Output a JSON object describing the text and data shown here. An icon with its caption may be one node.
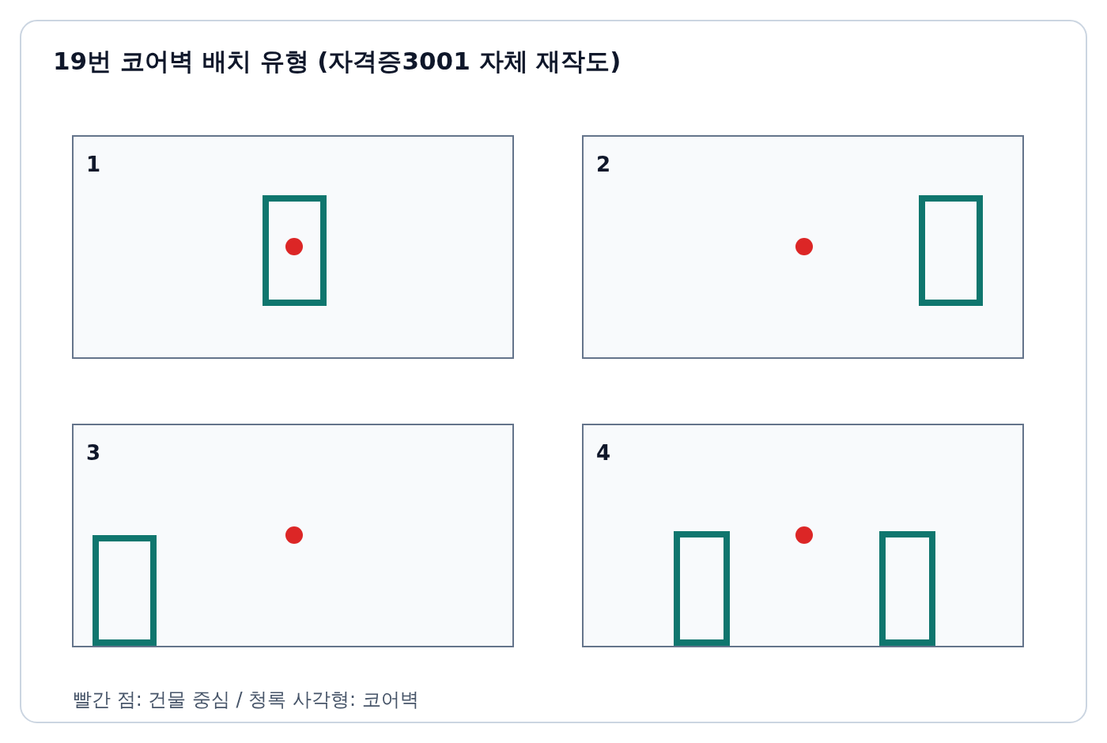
{
  "diagram": {
    "title": "19번 코어벽 배치 유형 (자격증3001 자체 재작도)",
    "nodes": [
      {
        "text": [
          "1"
        ]
      },
      {
        "text": [],
        "shape": "box",
        "in": 0
      },
      {
        "text": [],
        "shape": "circle",
        "in": 1
      },
      {
        "text": [
          "2"
        ]
      },
      {
        "text": [],
        "shape": "circle",
        "in": 3
      },
      {
        "text": [],
        "shape": "box",
        "in": 3
      },
      {
        "text": [
          "3"
        ]
      },
      {
        "text": [],
        "shape": "box",
        "in": 6
      },
      {
        "text": [],
        "shape": "circle",
        "in": 6
      },
      {
        "text": [
          "4"
        ]
      },
      {
        "text": [],
        "shape": "box",
        "in": 9
      },
      {
        "text": [],
        "shape": "circle",
        "in": 9
      },
      {
        "text": [],
        "shape": "box",
        "in": 9
      }
    ],
    "caption": "빨간 점: 건물 중심 / 청록 사각형: 코어벽"
  }
}
